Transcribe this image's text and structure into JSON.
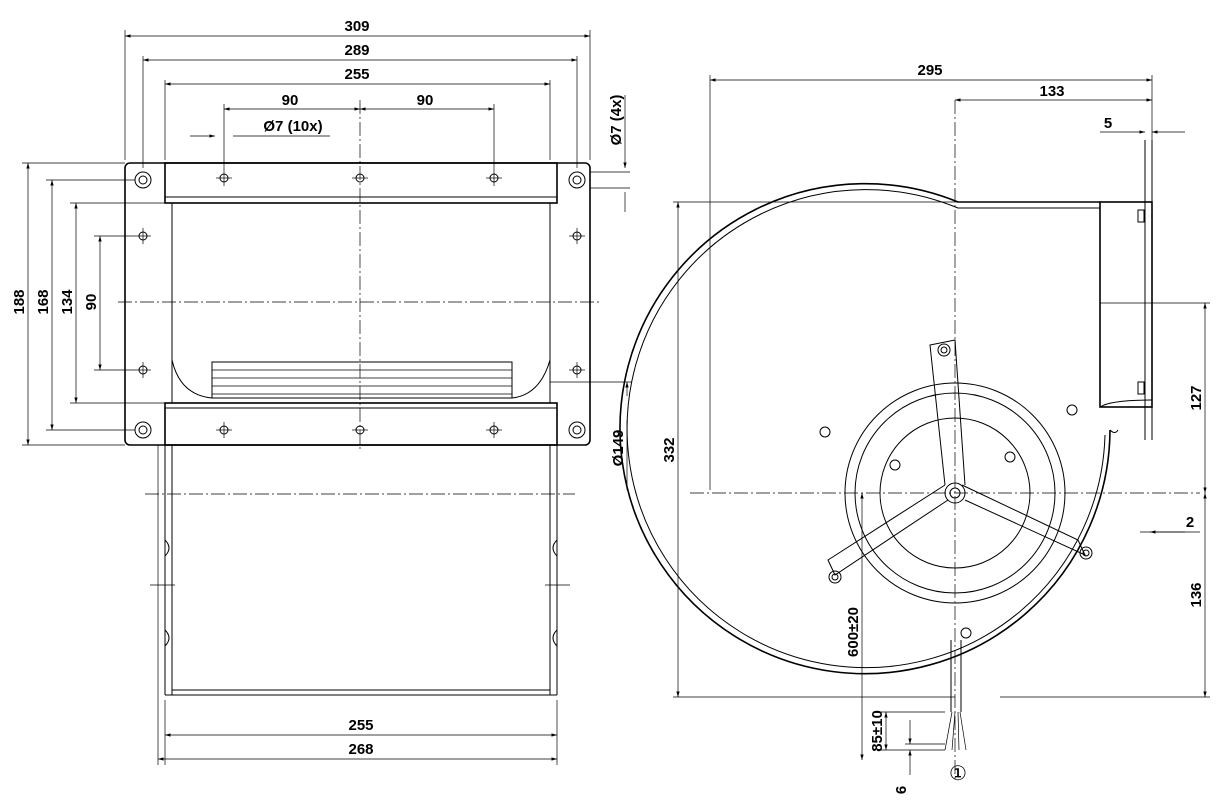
{
  "dimensions": {
    "front_width_309": "309",
    "front_width_289": "289",
    "front_width_255_top": "255",
    "hole_spacing_90_left": "90",
    "hole_spacing_90_right": "90",
    "hole_dia_10x": "Ø7 (10x)",
    "hole_dia_4x": "Ø7 (4x)",
    "height_188": "188",
    "height_168": "168",
    "height_134": "134",
    "height_90": "90",
    "inlet_dia_149": "Ø149",
    "bottom_width_255": "255",
    "bottom_width_268": "268",
    "side_width_295": "295",
    "side_offset_133": "133",
    "flange_5": "5",
    "side_height_332": "332",
    "outlet_127": "127",
    "outlet_136": "136",
    "gap_2": "2",
    "cable_600": "600±20",
    "cable_85": "85±10",
    "cable_6": "6",
    "callout_1": "①"
  }
}
